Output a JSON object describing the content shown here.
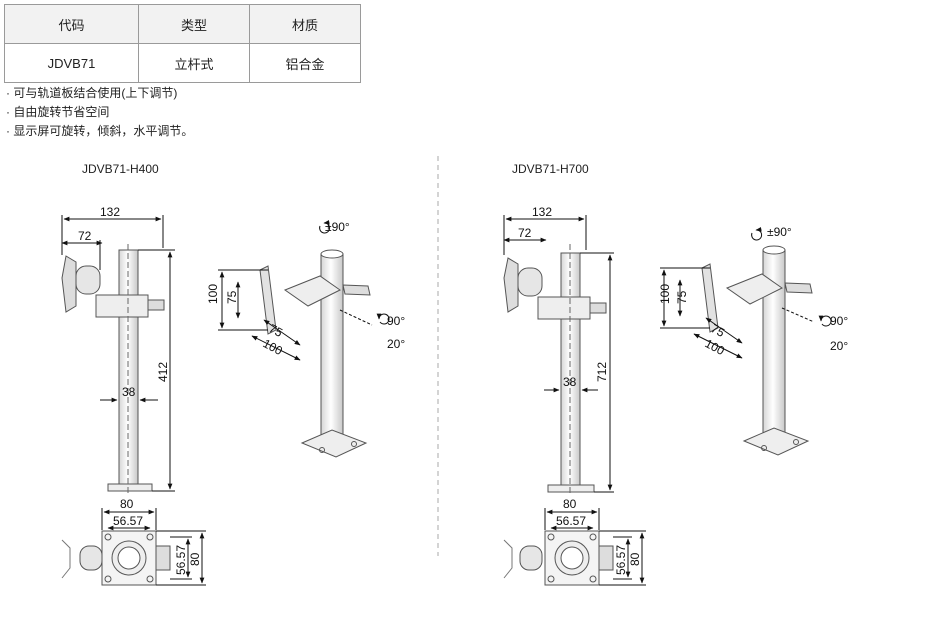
{
  "table": {
    "headers": [
      "代码",
      "类型",
      "材质"
    ],
    "row": [
      "JDVB71",
      "立杆式",
      "铝合金"
    ]
  },
  "notes": [
    "可与轨道板结合使用(上下调节)",
    "自由旋转节省空间",
    "显示屏可旋转，倾斜，水平调节。"
  ],
  "views": {
    "left_title": "JDVB71-H400",
    "right_title": "JDVB71-H700"
  },
  "dims": {
    "width_total": "132",
    "width_mount": "72",
    "pole_dia": "38",
    "height_left": "412",
    "height_right": "712",
    "base": "80",
    "hole_pitch": "56.57",
    "vesa_outer": "100",
    "vesa_inner": "75",
    "rotate": "±90°",
    "tilt_up": "90°",
    "tilt_down": "20°"
  }
}
